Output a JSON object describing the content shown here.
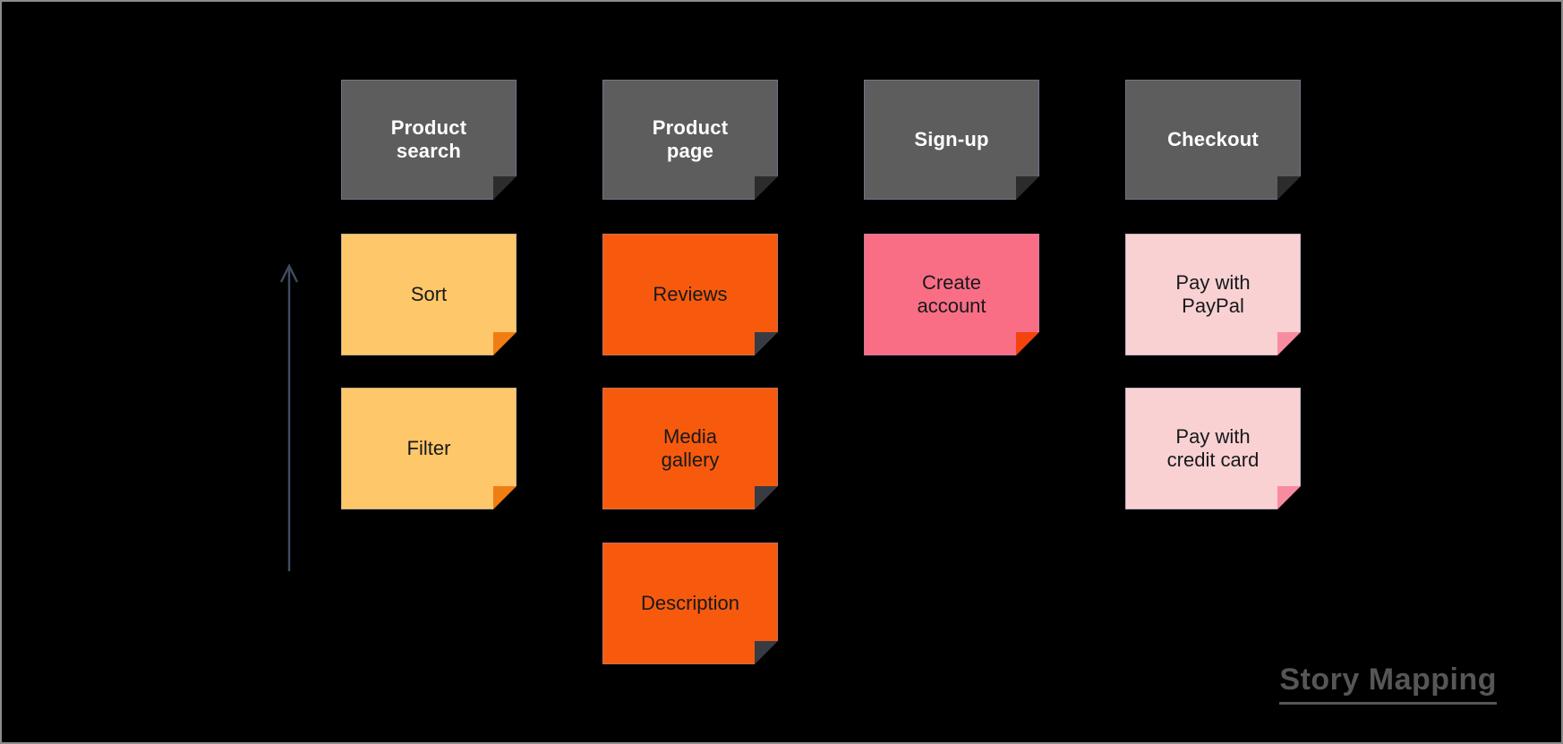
{
  "board": {
    "background": "#000000",
    "border_color": "#8c8c8c",
    "watermark": "Story Mapping",
    "watermark_color": "#565656",
    "arrow_color": "#3e4a5f"
  },
  "columns": [
    {
      "header": {
        "label": "Product\nsearch",
        "color": "#5d5d5d",
        "fold_color": "#2c2c2c",
        "text_color": "#ffffff"
      },
      "cards": [
        {
          "label": "Sort",
          "color": "#fdc76a",
          "fold_color": "#ef7d12",
          "text_color": "#17191c"
        },
        {
          "label": "Filter",
          "color": "#fdc76a",
          "fold_color": "#ef7d12",
          "text_color": "#17191c"
        }
      ]
    },
    {
      "header": {
        "label": "Product\npage",
        "color": "#5d5d5d",
        "fold_color": "#2c2c2c",
        "text_color": "#ffffff"
      },
      "cards": [
        {
          "label": "Reviews",
          "color": "#f85a0d",
          "fold_color": "#383c42",
          "text_color": "#17191c"
        },
        {
          "label": "Media\ngallery",
          "color": "#f85a0d",
          "fold_color": "#383c42",
          "text_color": "#17191c"
        },
        {
          "label": "Description",
          "color": "#f85a0d",
          "fold_color": "#383c42",
          "text_color": "#17191c"
        }
      ]
    },
    {
      "header": {
        "label": "Sign-up",
        "color": "#5d5d5d",
        "fold_color": "#2c2c2c",
        "text_color": "#ffffff"
      },
      "cards": [
        {
          "label": "Create\naccount",
          "color": "#f96e85",
          "fold_color": "#f4430d",
          "text_color": "#17191c"
        }
      ]
    },
    {
      "header": {
        "label": "Checkout",
        "color": "#5d5d5d",
        "fold_color": "#2c2c2c",
        "text_color": "#ffffff"
      },
      "cards": [
        {
          "label": "Pay with\nPayPal",
          "color": "#f9d1d2",
          "fold_color": "#f98ba1",
          "text_color": "#17191c"
        },
        {
          "label": "Pay with\ncredit card",
          "color": "#f9d1d2",
          "fold_color": "#f98ba1",
          "text_color": "#17191c"
        }
      ]
    }
  ]
}
